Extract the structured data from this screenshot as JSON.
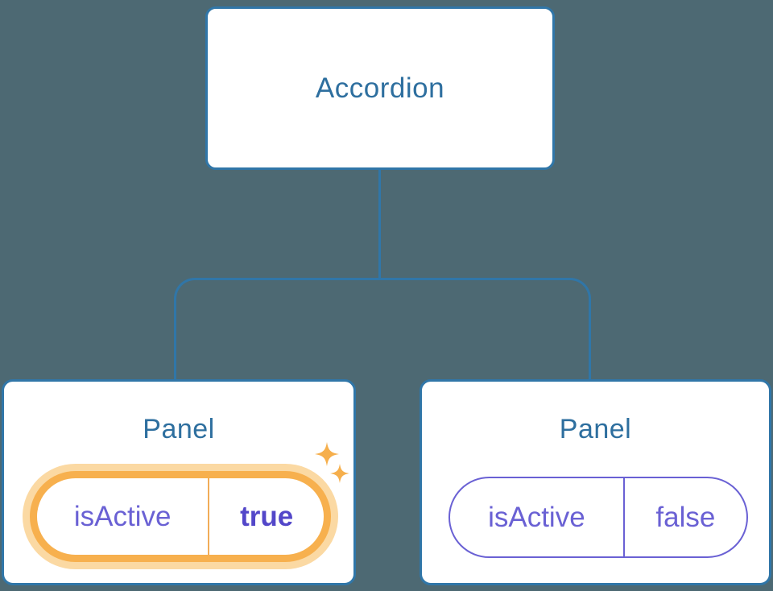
{
  "colors": {
    "background": "#4D6973",
    "tree_line": "#3076A8",
    "node_fill": "#FFFFFF",
    "node_label_blue": "#2E6F9F",
    "state_text_purple": "#6A61D4",
    "state_value_active_purple": "#5347C9",
    "highlight_orange": "#F7B04E",
    "highlight_glow": "#FBD9A3",
    "sparkle_orange": "#F6AF4C"
  },
  "tree": {
    "root": {
      "label": "Accordion"
    },
    "children": [
      {
        "title": "Panel",
        "pill": {
          "key": "isActive",
          "value": "true"
        },
        "highlighted": true,
        "icon": "sparkles-icon"
      },
      {
        "title": "Panel",
        "pill": {
          "key": "isActive",
          "value": "false"
        },
        "highlighted": false
      }
    ]
  }
}
